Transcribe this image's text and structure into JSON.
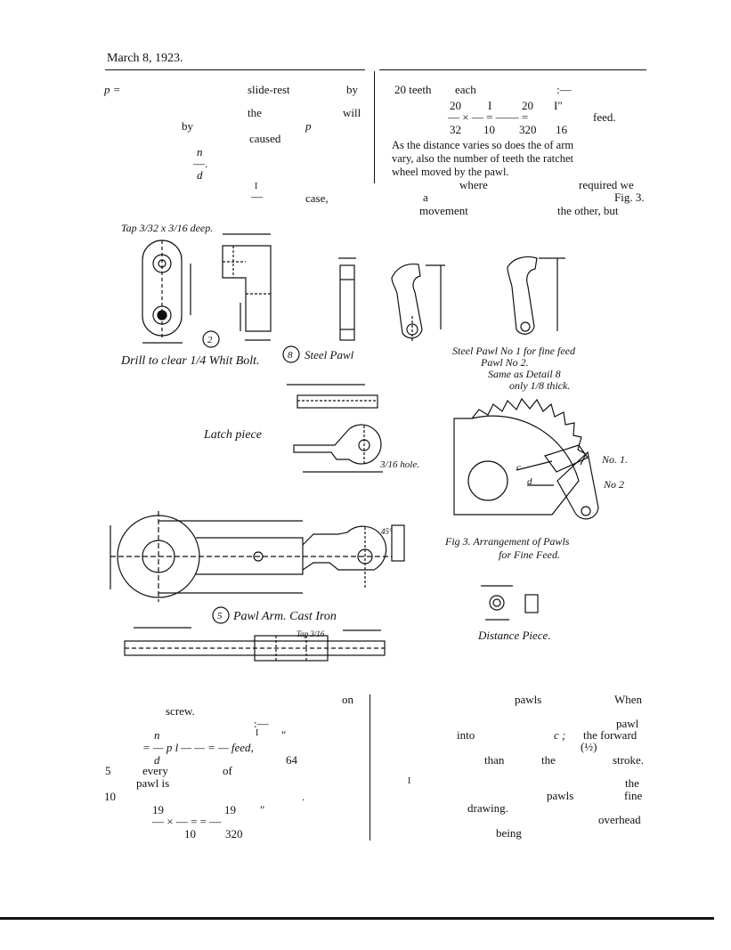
{
  "header": {
    "date": "March 8, 1923."
  },
  "text_top_left": {
    "l1a": "p =",
    "l1b": "slide-rest",
    "l1c": "by",
    "l2a": "the",
    "l2b": "will",
    "l3a": "by",
    "l3b": "p",
    "l4": "caused",
    "l5n": "n",
    "l5dot": "—.",
    "l6d": "d",
    "l7a": "I",
    "l7b": "—",
    "l7c": "case,"
  },
  "text_top_right": {
    "l1a": "20 teeth",
    "l1b": "each",
    "l1c": ":—",
    "f1": "20",
    "f2": "I",
    "f3": "20",
    "f4": "I\"",
    "eq": "— × — = —— =",
    "feed": "feed.",
    "d1": "32",
    "d2": "10",
    "d3": "320",
    "d4": "16",
    "p1": "As the distance varies so does the of arm",
    "p2": "vary, also the number of teeth the ratchet",
    "p3": "wheel moved by the pawl.",
    "p4a": "where",
    "p4b": "required we",
    "p5a": "a",
    "p5b": "Fig. 3.",
    "p6a": "movement",
    "p6b": "the other, but"
  },
  "figures": {
    "tap_label": "Tap 3/32 x 3/16 deep.",
    "drill_label": "Drill to clear 1/4 Whit Bolt.",
    "detail2": "2",
    "detail8": "8",
    "steel_pawl": "Steel Pawl",
    "pawl1_caption": "Steel Pawl No 1 for fine feed",
    "pawl2_caption": "Pawl No 2.",
    "same_as": "Same as Detail 8",
    "only_thick": "only 1/8 thick.",
    "latch": "Latch piece",
    "hole": "3/16 hole.",
    "fig3_caption1": "Fig 3. Arrangement of Pawls",
    "fig3_caption2": "for Fine Feed.",
    "no1": "No. 1.",
    "no2": "No 2",
    "c": "c",
    "d": "d",
    "detail5": "5",
    "pawl_arm": "Pawl Arm. Cast Iron",
    "distance_piece": "Distance Piece.",
    "tap2": "Tap 3/16",
    "angle": "45°"
  },
  "text_bottom_left": {
    "on": "on",
    "screw": "screw.",
    "colon": ":—",
    "n": "n",
    "q1": "I",
    "q2": "\"",
    "eqline": "= — p l — — = — feed,",
    "d": "d",
    "d64": "64",
    "n5": "5",
    "every": "every",
    "of": "of",
    "pawlis": "pawl is",
    "n10": "10",
    "dot": ".",
    "n19a": "19",
    "n19b": "19",
    "q3": "\"",
    "eq2": "— × — = = —",
    "n10b": "10",
    "n320": "320"
  },
  "text_bottom_right": {
    "pawls": "pawls",
    "when": "When",
    "pawl": "pawl",
    "into": "into",
    "c": "c ;",
    "forward": "the forward",
    "half": "(½)",
    "than": "than",
    "the": "the",
    "stroke": "stroke.",
    "one": "I",
    "the2": "the",
    "pawls2": "pawls",
    "fine": "fine",
    "drawing": "drawing.",
    "overhead": "overhead",
    "being": "being"
  }
}
